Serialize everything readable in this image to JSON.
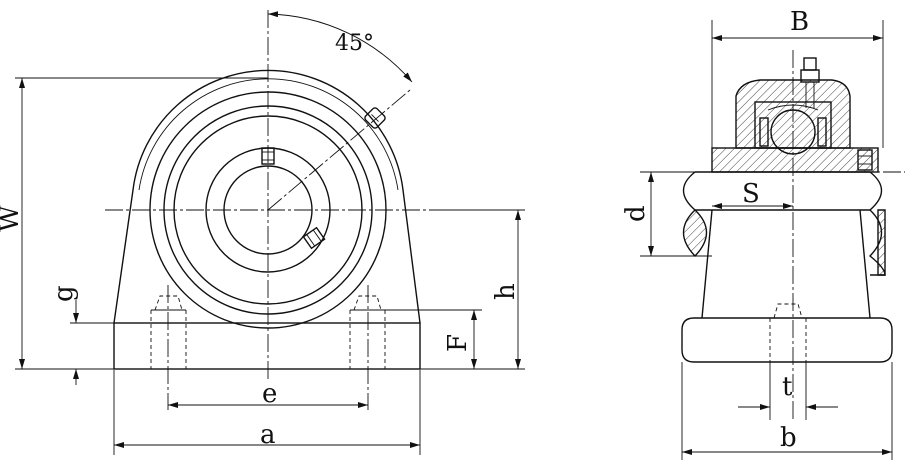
{
  "labels": {
    "angle": "45°",
    "a": "a",
    "e": "e",
    "W": "W",
    "g": "g",
    "h": "h",
    "F": "F",
    "B": "B",
    "S": "S",
    "d": "d",
    "t": "t",
    "b": "b"
  }
}
